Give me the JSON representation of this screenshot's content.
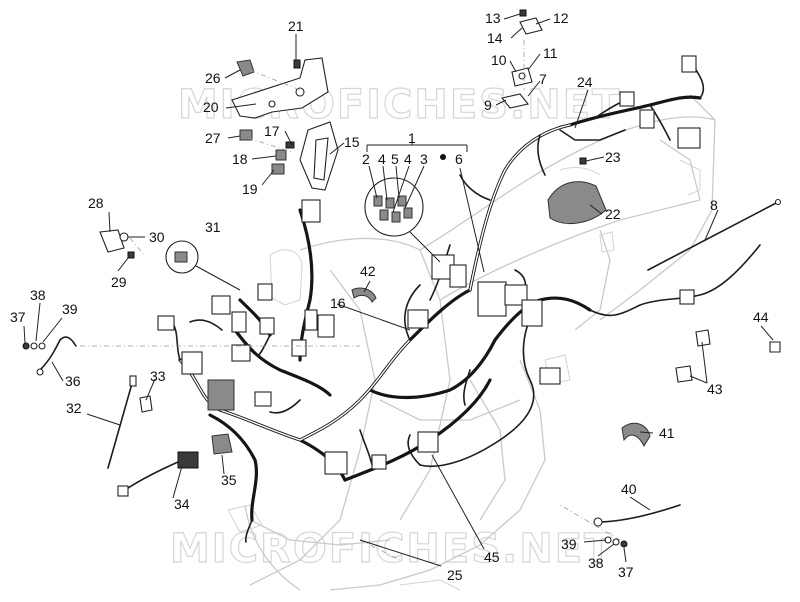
{
  "watermarks": [
    "MICROFICHES.NET",
    "MICROFICHES.NET"
  ],
  "callouts": [
    "1",
    "2",
    "3",
    "4",
    "5",
    "4",
    "6",
    "7",
    "8",
    "9",
    "10",
    "11",
    "12",
    "13",
    "14",
    "15",
    "16",
    "17",
    "18",
    "19",
    "20",
    "21",
    "22",
    "23",
    "24",
    "25",
    "26",
    "27",
    "28",
    "29",
    "30",
    "31",
    "32",
    "33",
    "34",
    "35",
    "36",
    "37",
    "38",
    "39",
    "37",
    "38",
    "39",
    "40",
    "41",
    "42",
    "43",
    "44",
    "45"
  ],
  "colors": {
    "line": "#111111",
    "frame": "#c9c9c9",
    "watermark": "#d6d6d6"
  }
}
